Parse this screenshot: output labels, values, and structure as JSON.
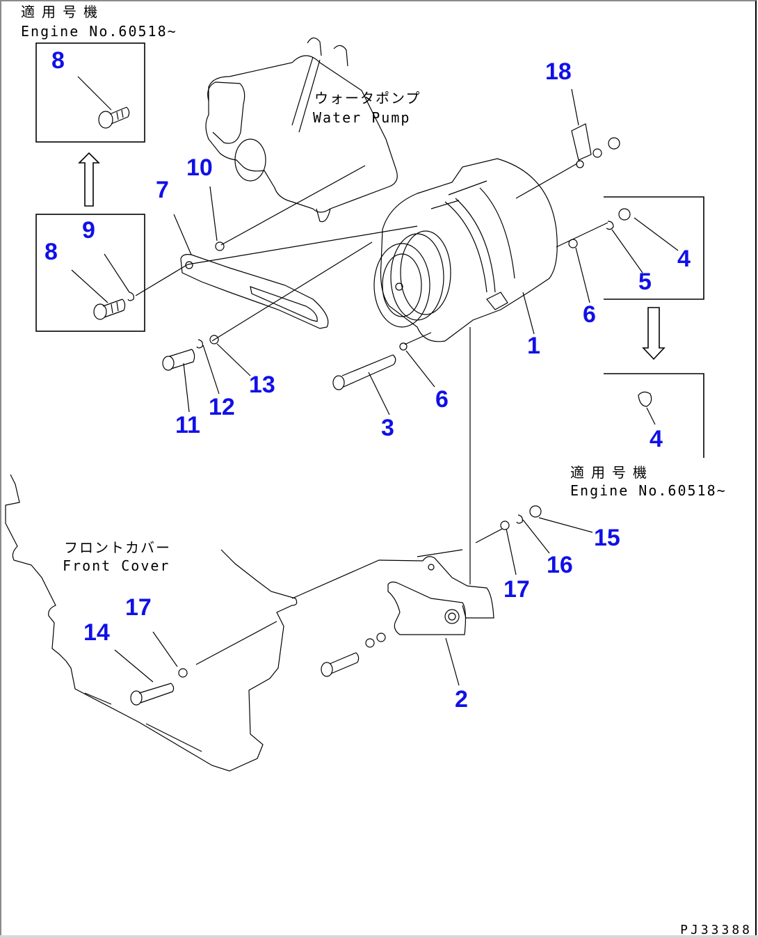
{
  "drawing": {
    "title": "Alternator Mounting",
    "drawing_number": "PJ33388",
    "callout_color": "#1010e8"
  },
  "notes": {
    "top_left": {
      "jp": "適用号機",
      "en": "Engine No.60518~"
    },
    "right": {
      "jp": "適用号機",
      "en": "Engine No.60518~"
    },
    "water_pump": {
      "jp": "ウォータポンプ",
      "en": "Water Pump"
    },
    "front_cover": {
      "jp": "フロントカバー",
      "en": "Front Cover"
    }
  },
  "callouts": [
    {
      "id": "c8-top",
      "label": "8"
    },
    {
      "id": "c8-bottom",
      "label": "8"
    },
    {
      "id": "c9",
      "label": "9"
    },
    {
      "id": "c7",
      "label": "7"
    },
    {
      "id": "c10",
      "label": "10"
    },
    {
      "id": "c18",
      "label": "18"
    },
    {
      "id": "c4-upper",
      "label": "4"
    },
    {
      "id": "c5",
      "label": "5"
    },
    {
      "id": "c6-right",
      "label": "6"
    },
    {
      "id": "c1",
      "label": "1"
    },
    {
      "id": "c13",
      "label": "13"
    },
    {
      "id": "c12",
      "label": "12"
    },
    {
      "id": "c11",
      "label": "11"
    },
    {
      "id": "c6-center",
      "label": "6"
    },
    {
      "id": "c3",
      "label": "3"
    },
    {
      "id": "c4-lower",
      "label": "4"
    },
    {
      "id": "c15",
      "label": "15"
    },
    {
      "id": "c16",
      "label": "16"
    },
    {
      "id": "c17-right",
      "label": "17"
    },
    {
      "id": "c17-left",
      "label": "17"
    },
    {
      "id": "c14",
      "label": "14"
    },
    {
      "id": "c2",
      "label": "2"
    }
  ]
}
